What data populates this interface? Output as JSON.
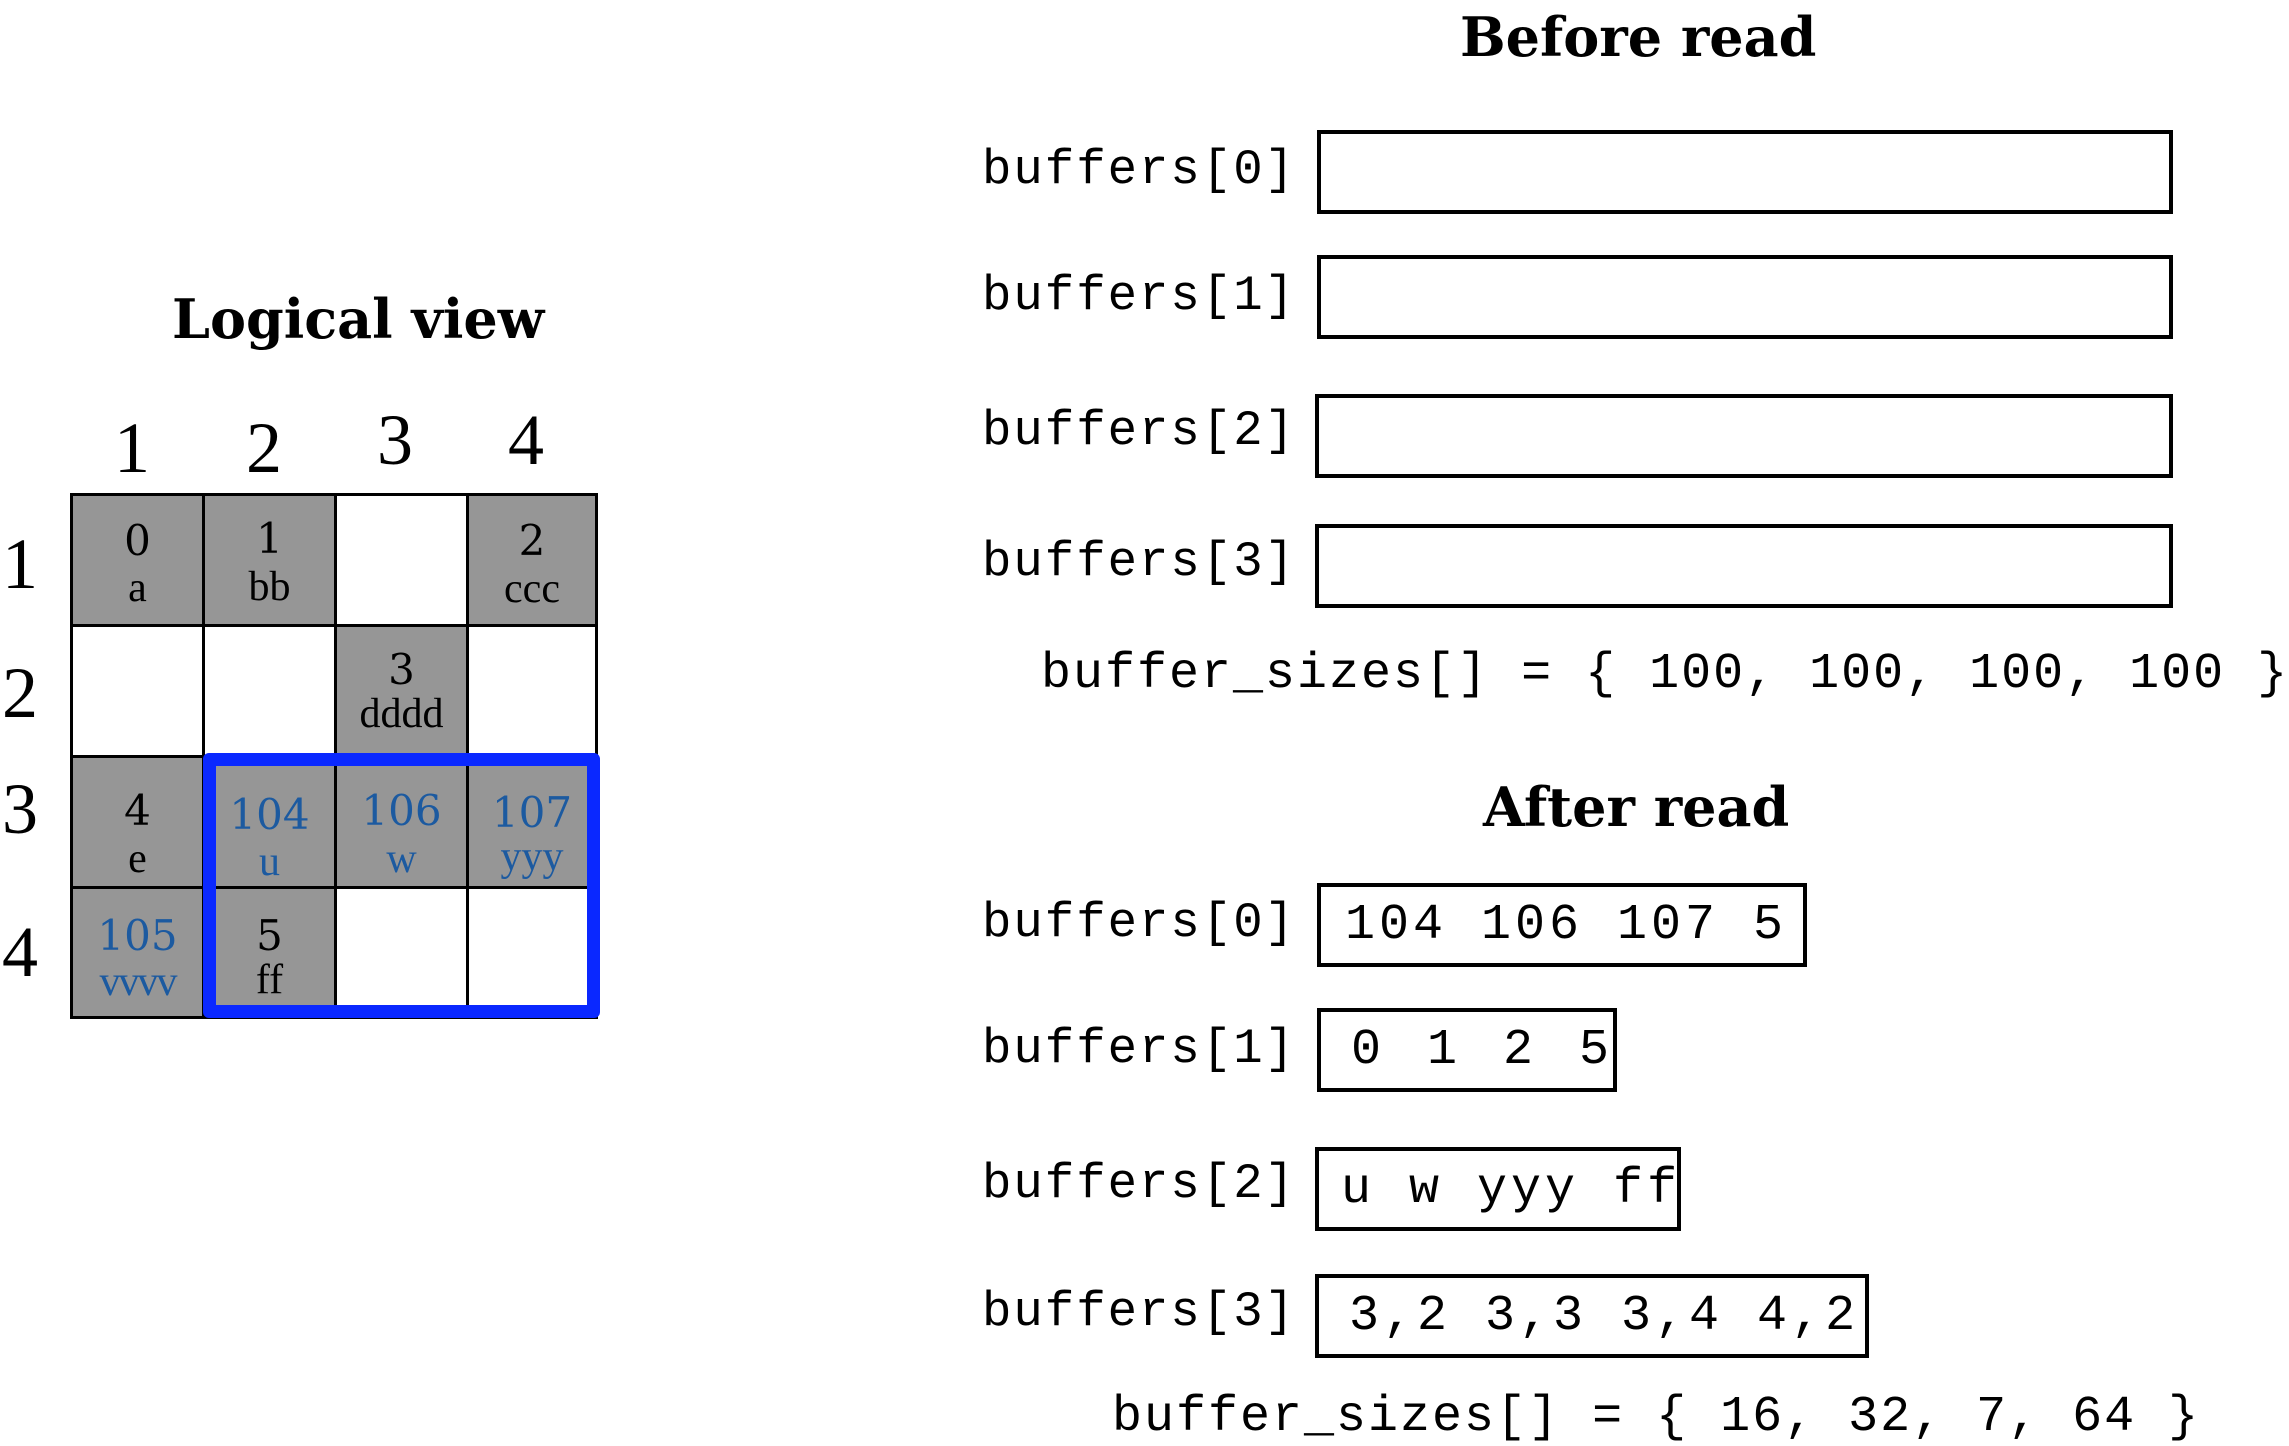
{
  "logical_view": {
    "title": "Logical view",
    "col_labels": [
      "1",
      "2",
      "3",
      "4"
    ],
    "row_labels": [
      "1",
      "2",
      "3",
      "4"
    ],
    "cells": [
      {
        "coord": "0",
        "attr": "a",
        "highlighted": false
      },
      {
        "coord": "1",
        "attr": "bb",
        "highlighted": false
      },
      {
        "coord": "2",
        "attr": "ccc",
        "highlighted": false
      },
      {
        "coord": "3",
        "attr": "dddd",
        "highlighted": false
      },
      {
        "coord": "4",
        "attr": "e",
        "highlighted": false
      },
      {
        "coord": "104",
        "attr": "u",
        "highlighted": true
      },
      {
        "coord": "106",
        "attr": "w",
        "highlighted": true
      },
      {
        "coord": "107",
        "attr": "yyy",
        "highlighted": true
      },
      {
        "coord": "105",
        "attr": "vvvv",
        "highlighted": true
      },
      {
        "coord": "5",
        "attr": "ff",
        "highlighted": false
      }
    ],
    "colors": {
      "filled": "#969696",
      "highlight_text": "#1c5aa0",
      "selection": "#0a28ff"
    }
  },
  "before_read": {
    "title": "Before read",
    "buffers": [
      {
        "label": "buffers[0]",
        "content": ""
      },
      {
        "label": "buffers[1]",
        "content": ""
      },
      {
        "label": "buffers[2]",
        "content": ""
      },
      {
        "label": "buffers[3]",
        "content": ""
      }
    ],
    "sizes": "buffer_sizes[] = { 100, 100, 100, 100 }"
  },
  "after_read": {
    "title": "After read",
    "buffers": [
      {
        "label": "buffers[0]",
        "content": "104 106 107 5"
      },
      {
        "label": "buffers[1]",
        "content": "0 1 2 5"
      },
      {
        "label": "buffers[2]",
        "content": "u w yyy ff"
      },
      {
        "label": "buffers[3]",
        "content": "3,2 3,3 3,4 4,2"
      }
    ],
    "sizes": "buffer_sizes[] = { 16, 32, 7, 64 }"
  }
}
